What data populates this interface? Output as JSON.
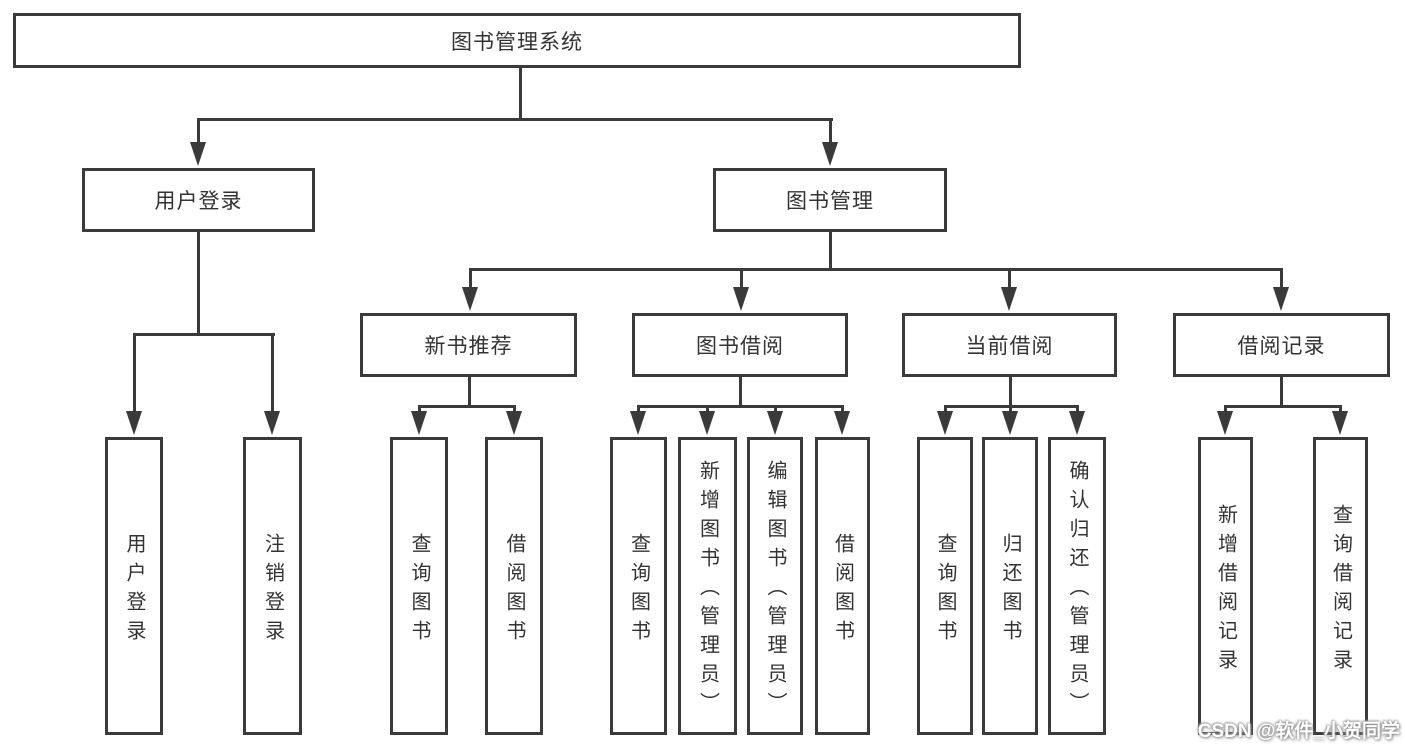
{
  "diagram": {
    "root": {
      "label": "图书管理系统"
    },
    "level2": [
      {
        "label": "用户登录"
      },
      {
        "label": "图书管理"
      }
    ],
    "level3": [
      {
        "label": "新书推荐"
      },
      {
        "label": "图书借阅"
      },
      {
        "label": "当前借阅"
      },
      {
        "label": "借阅记录"
      }
    ],
    "leaves": {
      "user_login": [
        {
          "label": "用户登录"
        },
        {
          "label": "注销登录"
        }
      ],
      "recommend": [
        {
          "label": "查询图书"
        },
        {
          "label": "借阅图书"
        }
      ],
      "borrow": [
        {
          "label": "查询图书"
        },
        {
          "label": "新增图书（管理员）"
        },
        {
          "label": "编辑图书（管理员）"
        },
        {
          "label": "借阅图书"
        }
      ],
      "current": [
        {
          "label": "查询图书"
        },
        {
          "label": "归还图书"
        },
        {
          "label": "确认归还（管理员）"
        }
      ],
      "records": [
        {
          "label": "新增借阅记录"
        },
        {
          "label": "查询借阅记录"
        }
      ]
    },
    "watermark": "CSDN @软件_小贺同学",
    "colors": {
      "line": "#3a3a3a",
      "text": "#333333",
      "background": "#ffffff"
    }
  }
}
